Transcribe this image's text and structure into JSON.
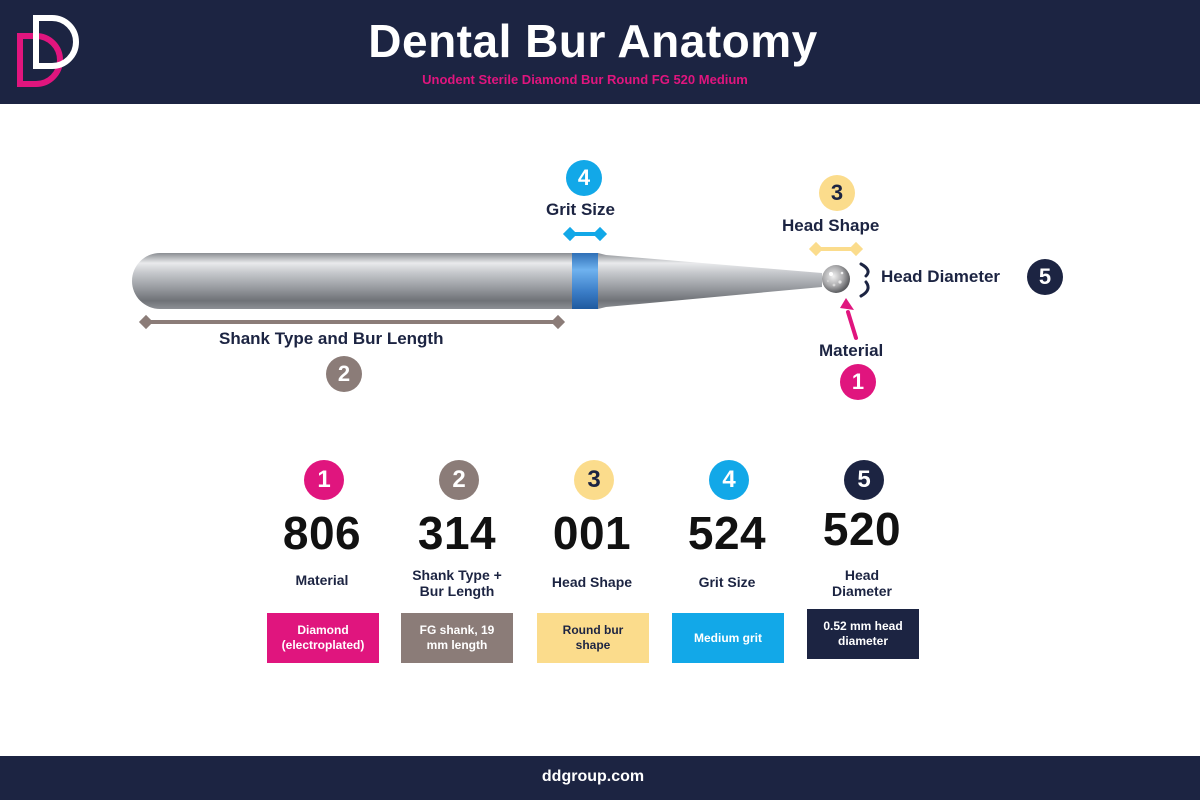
{
  "header": {
    "title": "Dental Bur Anatomy",
    "subtitle": "Unodent Sterile Diamond Bur Round FG 520 Medium"
  },
  "diagram": {
    "labels": {
      "grit_size": "Grit Size",
      "head_shape": "Head Shape",
      "head_diameter": "Head Diameter",
      "shank": "Shank Type and Bur Length",
      "material": "Material"
    },
    "numbers": {
      "grit_size": "4",
      "head_shape": "3",
      "head_diameter": "5",
      "shank": "2",
      "material": "1"
    }
  },
  "cards": [
    {
      "number": "1",
      "code": "806",
      "name": "Material",
      "description": "Diamond (electroplated)"
    },
    {
      "number": "2",
      "code": "314",
      "name": "Shank Type + Bur Length",
      "description": "FG shank, 19 mm length"
    },
    {
      "number": "3",
      "code": "001",
      "name": "Head Shape",
      "description": "Round bur shape"
    },
    {
      "number": "4",
      "code": "524",
      "name": "Grit Size",
      "description": "Medium grit"
    },
    {
      "number": "5",
      "code": "520",
      "name": "Head Diameter",
      "description": "0.52 mm head diameter"
    }
  ],
  "footer": {
    "text": "ddgroup.com"
  },
  "colors": {
    "navy": "#1c2442",
    "pink": "#e0157e",
    "taupe": "#8b7c78",
    "yellow": "#fbdc8c",
    "blue": "#12a8e8"
  }
}
